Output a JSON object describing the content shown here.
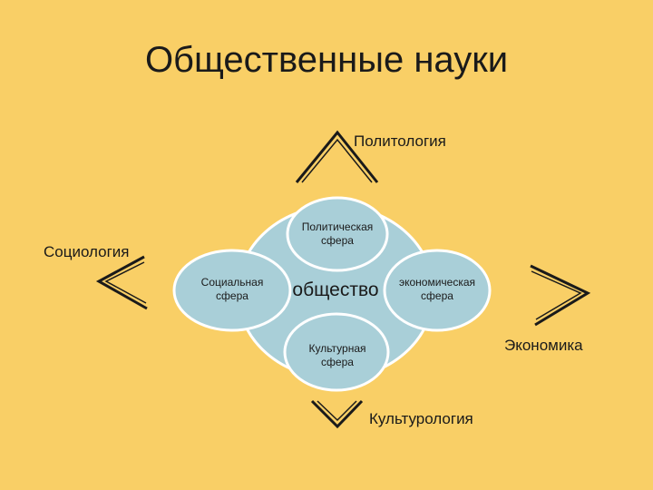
{
  "title": "Общественные науки",
  "center": "общество",
  "spheres": {
    "political": "Политическая сфера",
    "social": "Социальная сфера",
    "economic": "экономическая сфера",
    "cultural": "Культурная сфера"
  },
  "disciplines": {
    "politology": "Политология",
    "sociology": "Социология",
    "economics": "Экономика",
    "culturology": "Культурология"
  },
  "colors": {
    "background": "#F9CF66",
    "ellipse_fill": "#A9CFD8",
    "ellipse_stroke": "#FFFFFF",
    "line": "#1a1a1a"
  }
}
